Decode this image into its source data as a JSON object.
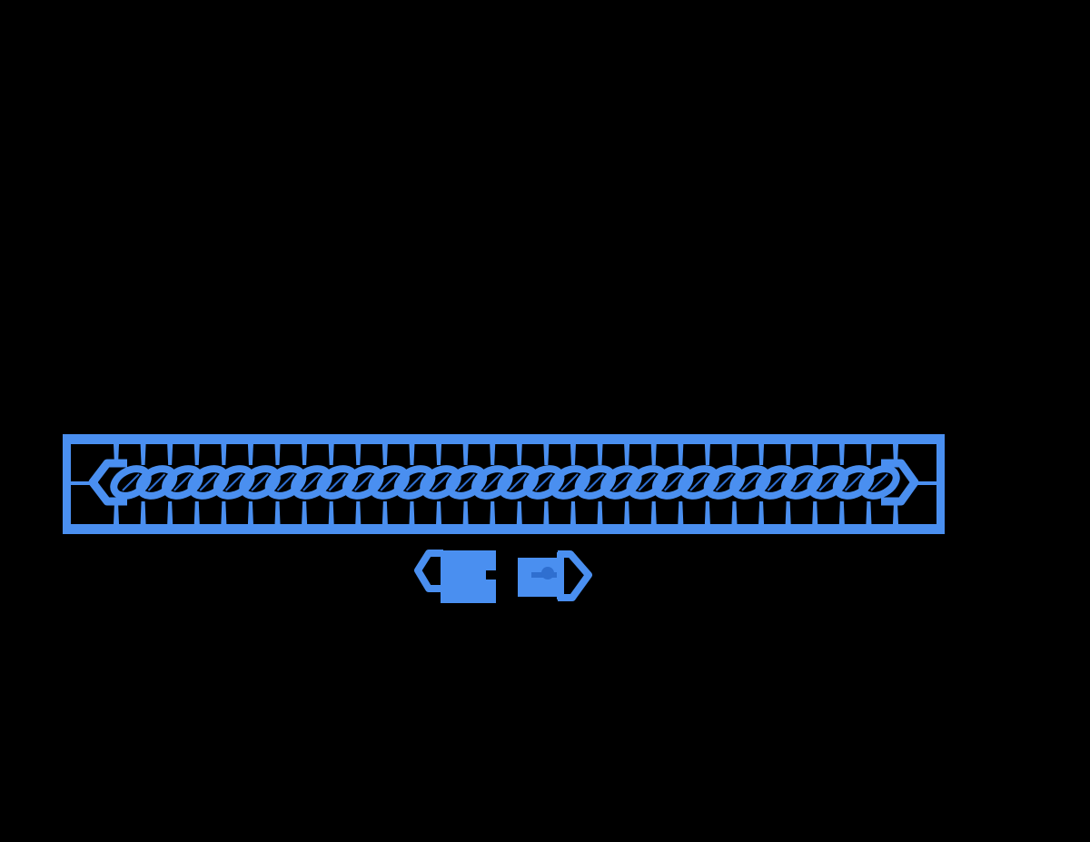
{
  "scene": {
    "background_color": "#000000",
    "part_color": "#4a8ff0",
    "part_shade_color": "#2f6fd0",
    "objects": [
      {
        "name": "cuban-link-chain-on-print-frame",
        "link_count": 30,
        "support_tab_count": 30
      },
      {
        "name": "clasp-box-half"
      },
      {
        "name": "clasp-tongue-half"
      }
    ]
  }
}
